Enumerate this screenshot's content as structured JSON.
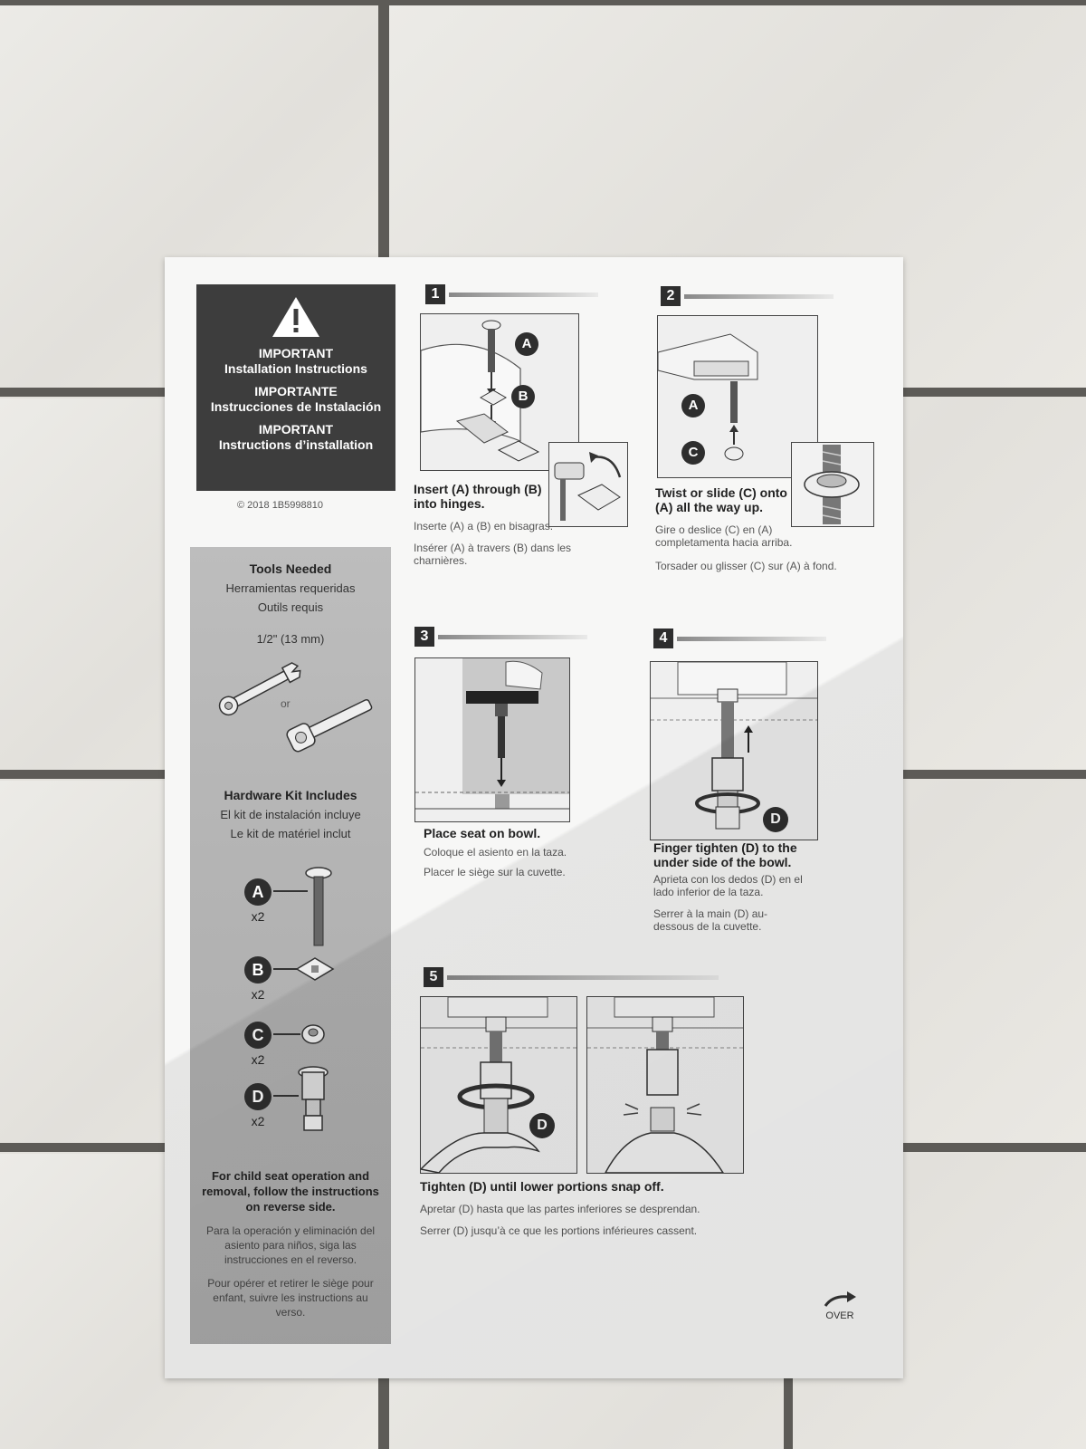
{
  "header": {
    "en_title": "IMPORTANT",
    "en_sub": "Installation Instructions",
    "es_title": "IMPORTANTE",
    "es_sub": "Instrucciones de Instalación",
    "fr_title": "IMPORTANT",
    "fr_sub": "Instructions d’installation",
    "copyright": "© 2018 1B5998810"
  },
  "tools": {
    "title_en": "Tools Needed",
    "title_es": "Herramientas requeridas",
    "title_fr": "Outils requis",
    "size": "1/2\" (13 mm)",
    "or": "or"
  },
  "hardware": {
    "title_en": "Hardware Kit Includes",
    "title_es": "El kit de instalación incluye",
    "title_fr": "Le kit de matériel inclut",
    "parts": [
      {
        "letter": "A",
        "qty": "x2"
      },
      {
        "letter": "B",
        "qty": "x2"
      },
      {
        "letter": "C",
        "qty": "x2"
      },
      {
        "letter": "D",
        "qty": "x2"
      }
    ]
  },
  "child": {
    "en": "For child seat operation and removal, follow the instructions on reverse side.",
    "es": "Para la operación y eliminación del asiento para niños, siga las instrucciones en el reverso.",
    "fr": "Pour opérer et retirer le siège pour enfant, suivre les instructions au verso."
  },
  "steps": [
    {
      "num": "1",
      "en": "Insert (A) through (B) into hinges.",
      "es": "Inserte (A) a (B) en bisagras.",
      "fr": "Insérer (A) à travers (B) dans les charnières."
    },
    {
      "num": "2",
      "en": "Twist or slide (C) onto (A) all the way up.",
      "es": "Gire o deslice (C) en (A) completamenta hacia arriba.",
      "fr": "Torsader ou glisser (C) sur (A) à fond."
    },
    {
      "num": "3",
      "en": "Place seat on bowl.",
      "es": "Coloque el asiento en la taza.",
      "fr": "Placer le siège sur la cuvette."
    },
    {
      "num": "4",
      "en": "Finger tighten (D) to the under side of the bowl.",
      "es": "Aprieta con los dedos (D) en el lado inferior de la taza.",
      "fr": "Serrer à la main (D) au-dessous de la cuvette."
    },
    {
      "num": "5",
      "en": "Tighten (D) until lower portions snap off.",
      "es": "Apretar (D) hasta que las partes inferiores se desprendan.",
      "fr": "Serrer (D) jusqu’à ce que les portions inférieures cassent."
    }
  ],
  "callouts": {
    "a": "A",
    "b": "B",
    "c": "C",
    "d": "D"
  },
  "footer": {
    "over": "OVER"
  },
  "colors": {
    "panel_dark": "#3d3d3d",
    "panel_grey": "#b4b4b4",
    "paper": "#f7f7f6"
  }
}
